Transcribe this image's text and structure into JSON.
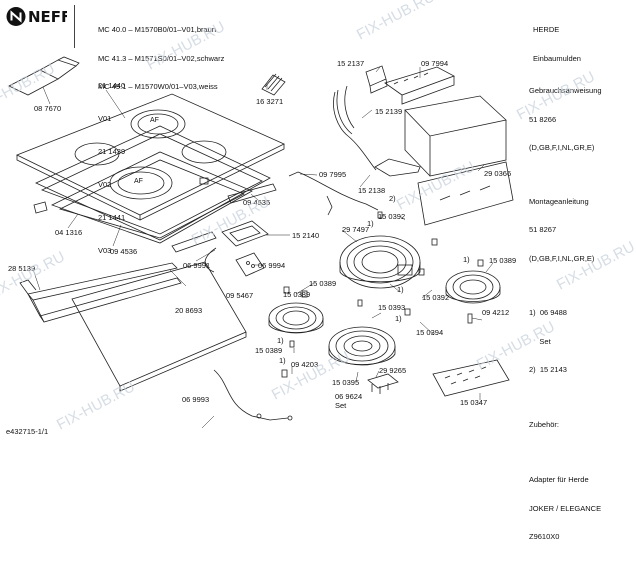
{
  "header": {
    "brand": "NEFF",
    "models": [
      "MC 40.0 – M1570B0/01–V01,braun",
      "MC 41.3 – M1571S0/01–V02,schwarz",
      "MC 45.1 – M1570W0/01–V03,weiss"
    ],
    "maker": [
      "HERDE",
      "Einbaumulden"
    ]
  },
  "right_panel": {
    "manual_title": "Gebrauchsanweisung",
    "manual_no": "51 8266",
    "manual_langs": "(D,GB,F,I,NL,GR,E)",
    "install_title": "Montageanleitung",
    "install_no": "51 8267",
    "install_langs": "(D,GB,F,I,NL,GR,E)",
    "set_lines": [
      "1)  06 9488",
      "     Set",
      "2)  15 2143"
    ],
    "accessories_title": "Zubehör:",
    "adapter_lines": [
      "Adapter für Herde",
      "JOKER / ELEGANCE",
      "Z9610X0"
    ]
  },
  "hob_labels": {
    "zone_a": "AF",
    "zone_b": "AF"
  },
  "variant_block": [
    "21 1440",
    "V01",
    "21 1439",
    "V02",
    "21 1441",
    "V03"
  ],
  "part_labels": {
    "p087670": "08 7670",
    "p163271": "16 3271",
    "p152137": "15 2137",
    "p097994": "09 7994",
    "p152139": "15 2139",
    "p097995": "09 7995",
    "p152138": "15 2138",
    "p290366": "29 0366",
    "p094535": "09 4535",
    "p041316": "04 1316",
    "p094536": "09 4536",
    "p152140": "15 2140",
    "p150392a": "15 0392",
    "p297497": "29 7497",
    "p069991": "06 9991",
    "p069994": "06 9994",
    "p285139": "28 5139",
    "p095467": "09 5467",
    "p150389a": "15 0389",
    "p150389b": "15 0389",
    "p150389c": "15 0389",
    "p150389d": "15 0389",
    "p150392b": "15 0392",
    "p150393": "15 0393",
    "p150394": "15 0394",
    "p094212": "09 4212",
    "p208693": "20 8693",
    "p094203": "09 4203",
    "p299265": "29 9265",
    "p150395": "15 0395",
    "p069624": "06 9624",
    "p069624set": "Set",
    "p069993": "06 9993",
    "p150347": "15 0347",
    "n1a": "1)",
    "n2a": "2)",
    "n1b": "1)",
    "n1c": "1)",
    "n1d": "1)",
    "n1e": "1)",
    "n1f": "1)"
  },
  "watermark": "FIX-HUB.RU",
  "footer_code": "e432715-1/1",
  "colors": {
    "line": "#222222",
    "watermark": "#c9d2dc"
  }
}
